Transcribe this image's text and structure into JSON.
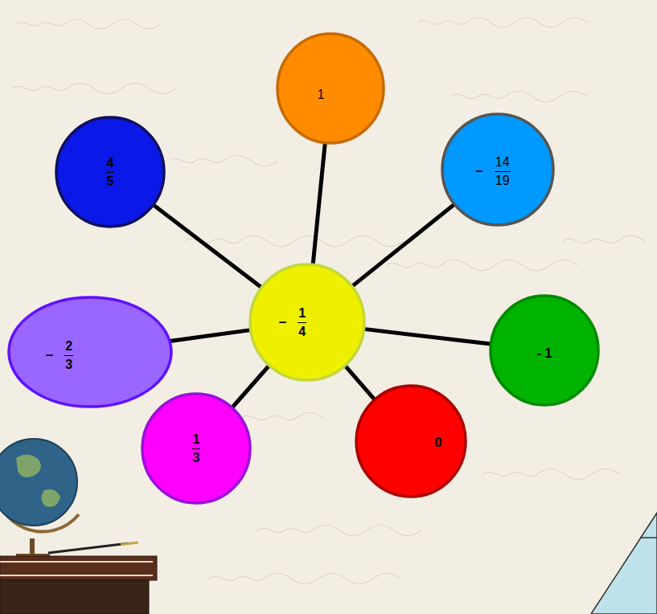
{
  "diagram": {
    "nodes": [
      {
        "text": [
          "1"
        ]
      },
      {
        "text": [
          "4",
          "5"
        ]
      },
      {
        "text": [
          "–",
          "14",
          "19"
        ]
      },
      {
        "text": [
          "–",
          "1",
          "4"
        ]
      },
      {
        "text": [
          "–",
          "2",
          "3"
        ]
      },
      {
        "text": [
          "- 1"
        ]
      },
      {
        "text": [
          "1",
          "3"
        ]
      },
      {
        "text": [
          "0"
        ]
      }
    ],
    "edges": [
      {
        "from": 3,
        "to": 0,
        "arrow": "none"
      },
      {
        "from": 3,
        "to": 1,
        "arrow": "none"
      },
      {
        "from": 3,
        "to": 2,
        "arrow": "none"
      },
      {
        "from": 3,
        "to": 4,
        "arrow": "none"
      },
      {
        "from": 3,
        "to": 5,
        "arrow": "none"
      },
      {
        "from": 3,
        "to": 6,
        "arrow": "none"
      },
      {
        "from": 3,
        "to": 7,
        "arrow": "none"
      }
    ]
  }
}
